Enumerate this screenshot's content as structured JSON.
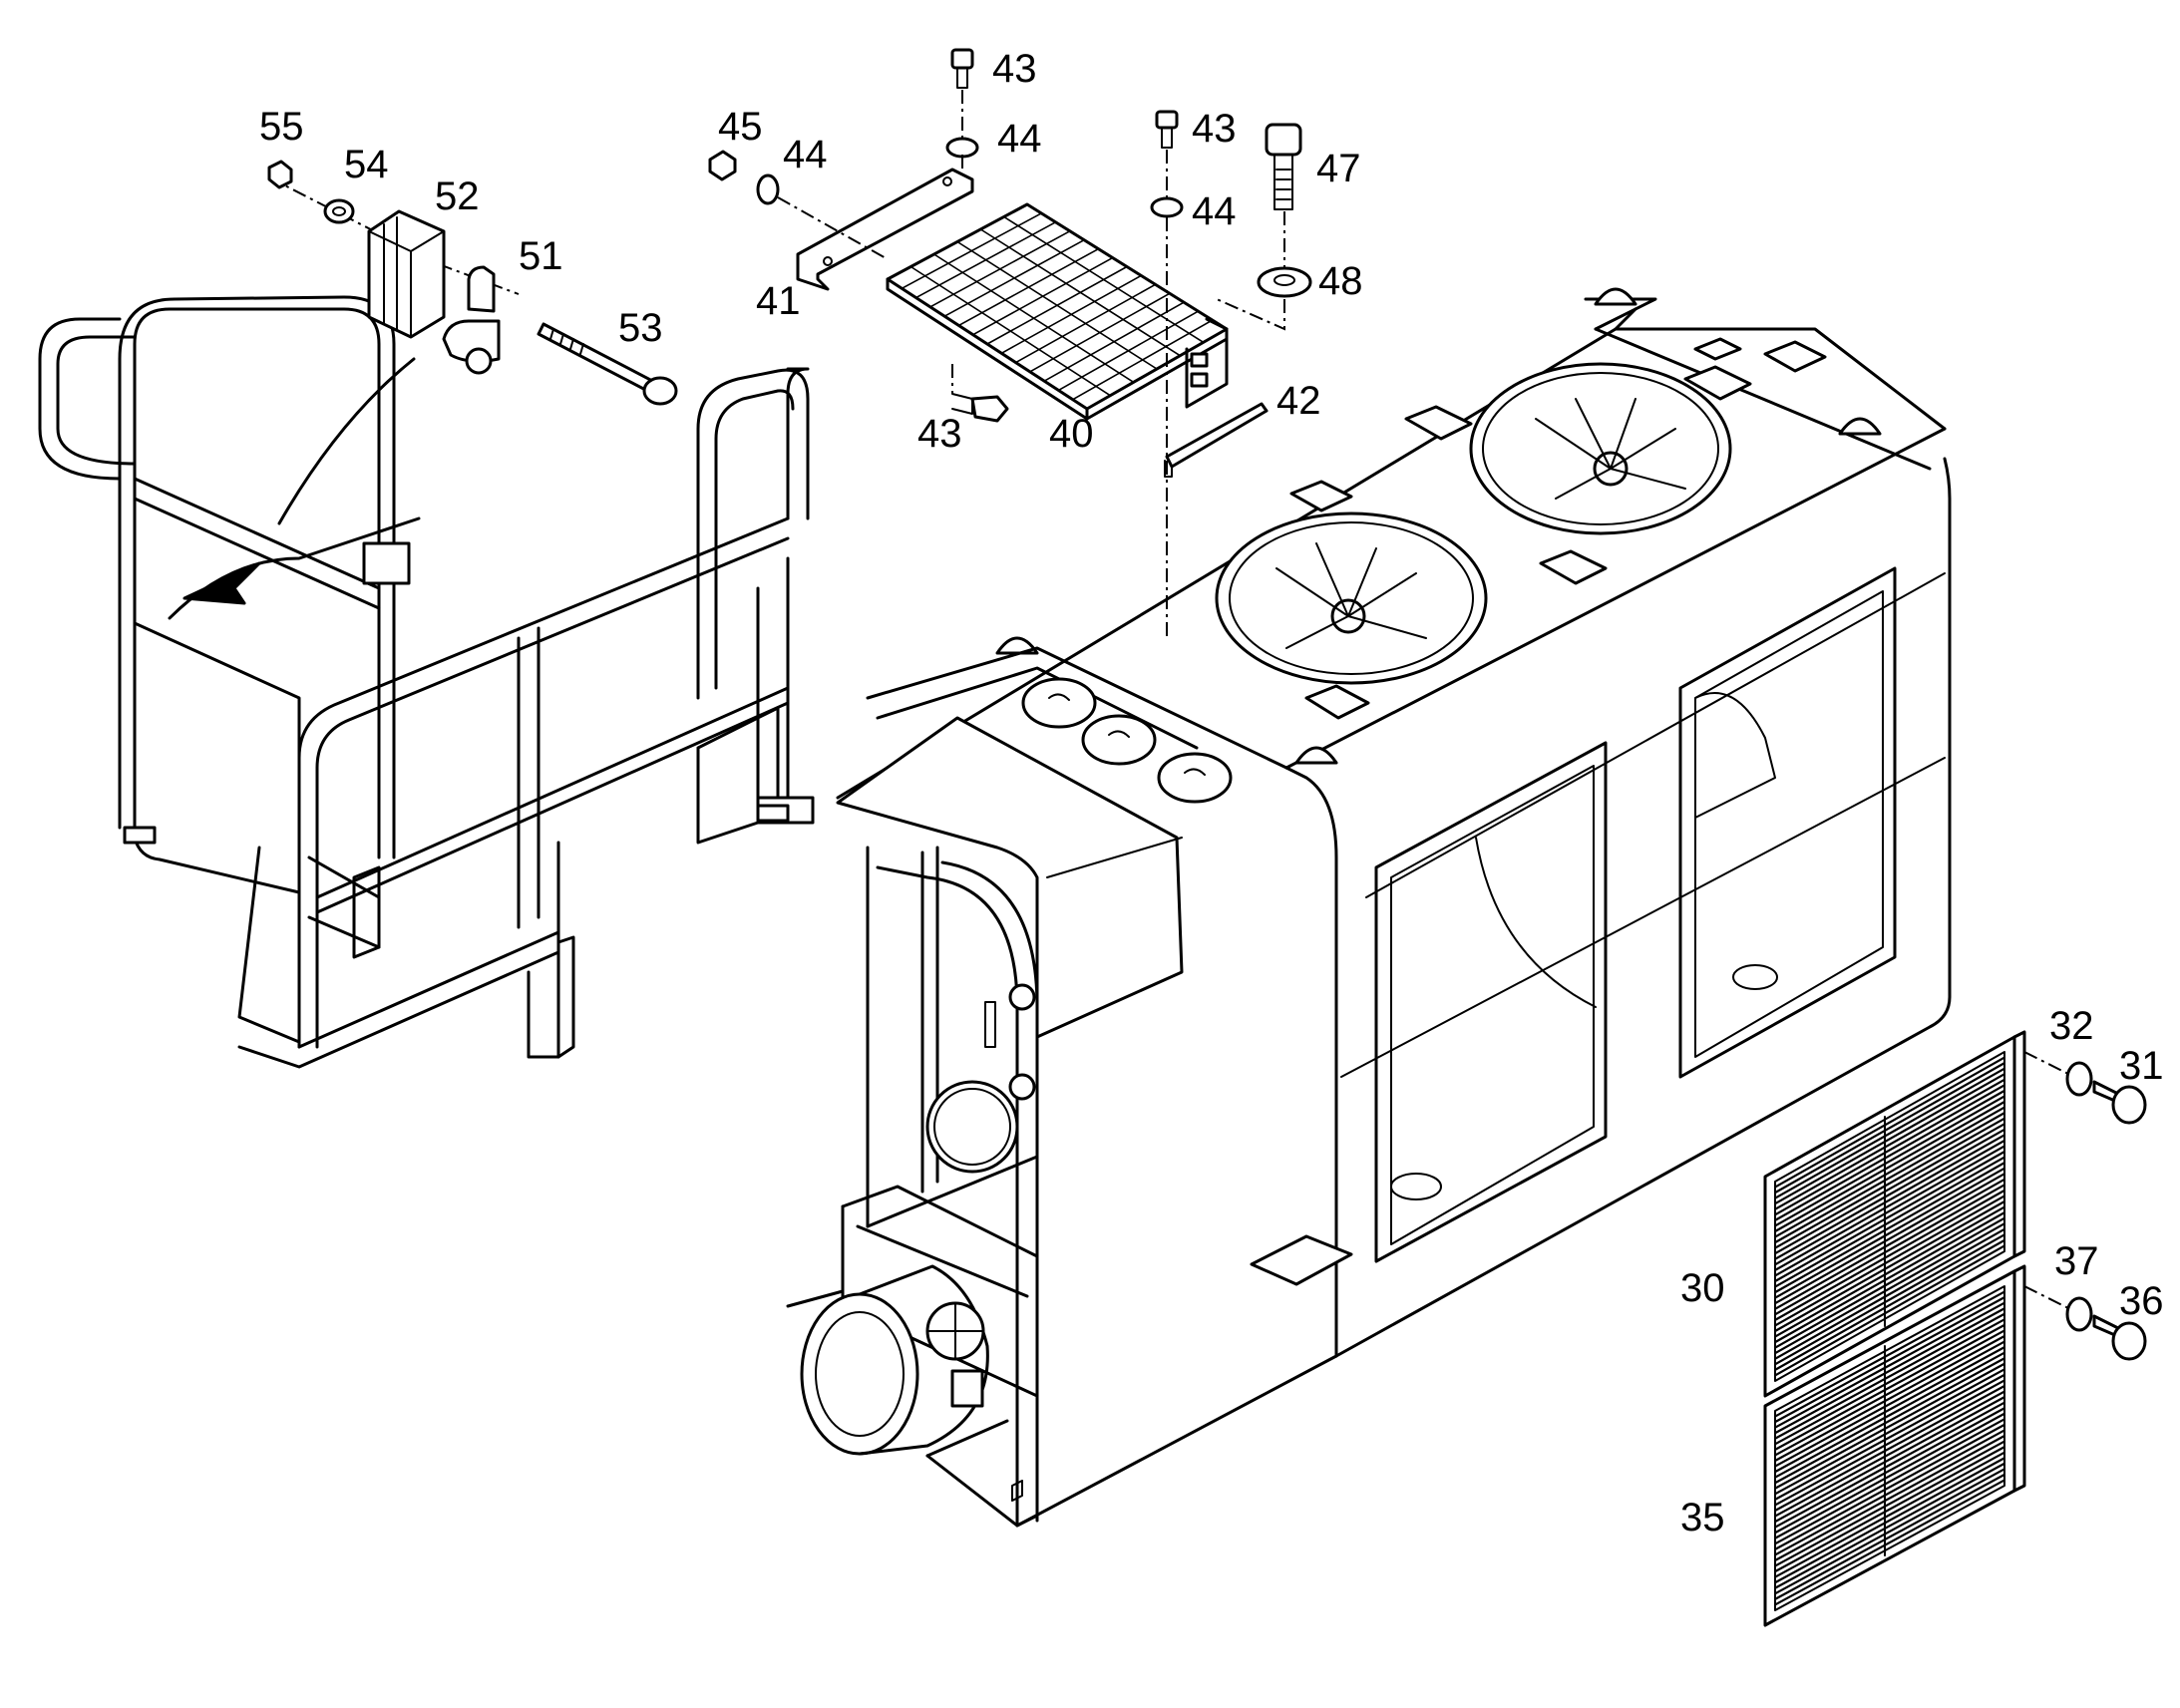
{
  "callouts": {
    "c30": "30",
    "c31": "31",
    "c32": "32",
    "c35": "35",
    "c36": "36",
    "c37": "37",
    "c40": "40",
    "c41": "41",
    "c42": "42",
    "c43a": "43",
    "c43b": "43",
    "c43c": "43",
    "c44a": "44",
    "c44b": "44",
    "c44c": "44",
    "c45": "45",
    "c47": "47",
    "c48": "48",
    "c51": "51",
    "c52": "52",
    "c53": "53",
    "c54": "54",
    "c55": "55"
  },
  "colors": {
    "line": "#000000",
    "background": "#ffffff"
  }
}
